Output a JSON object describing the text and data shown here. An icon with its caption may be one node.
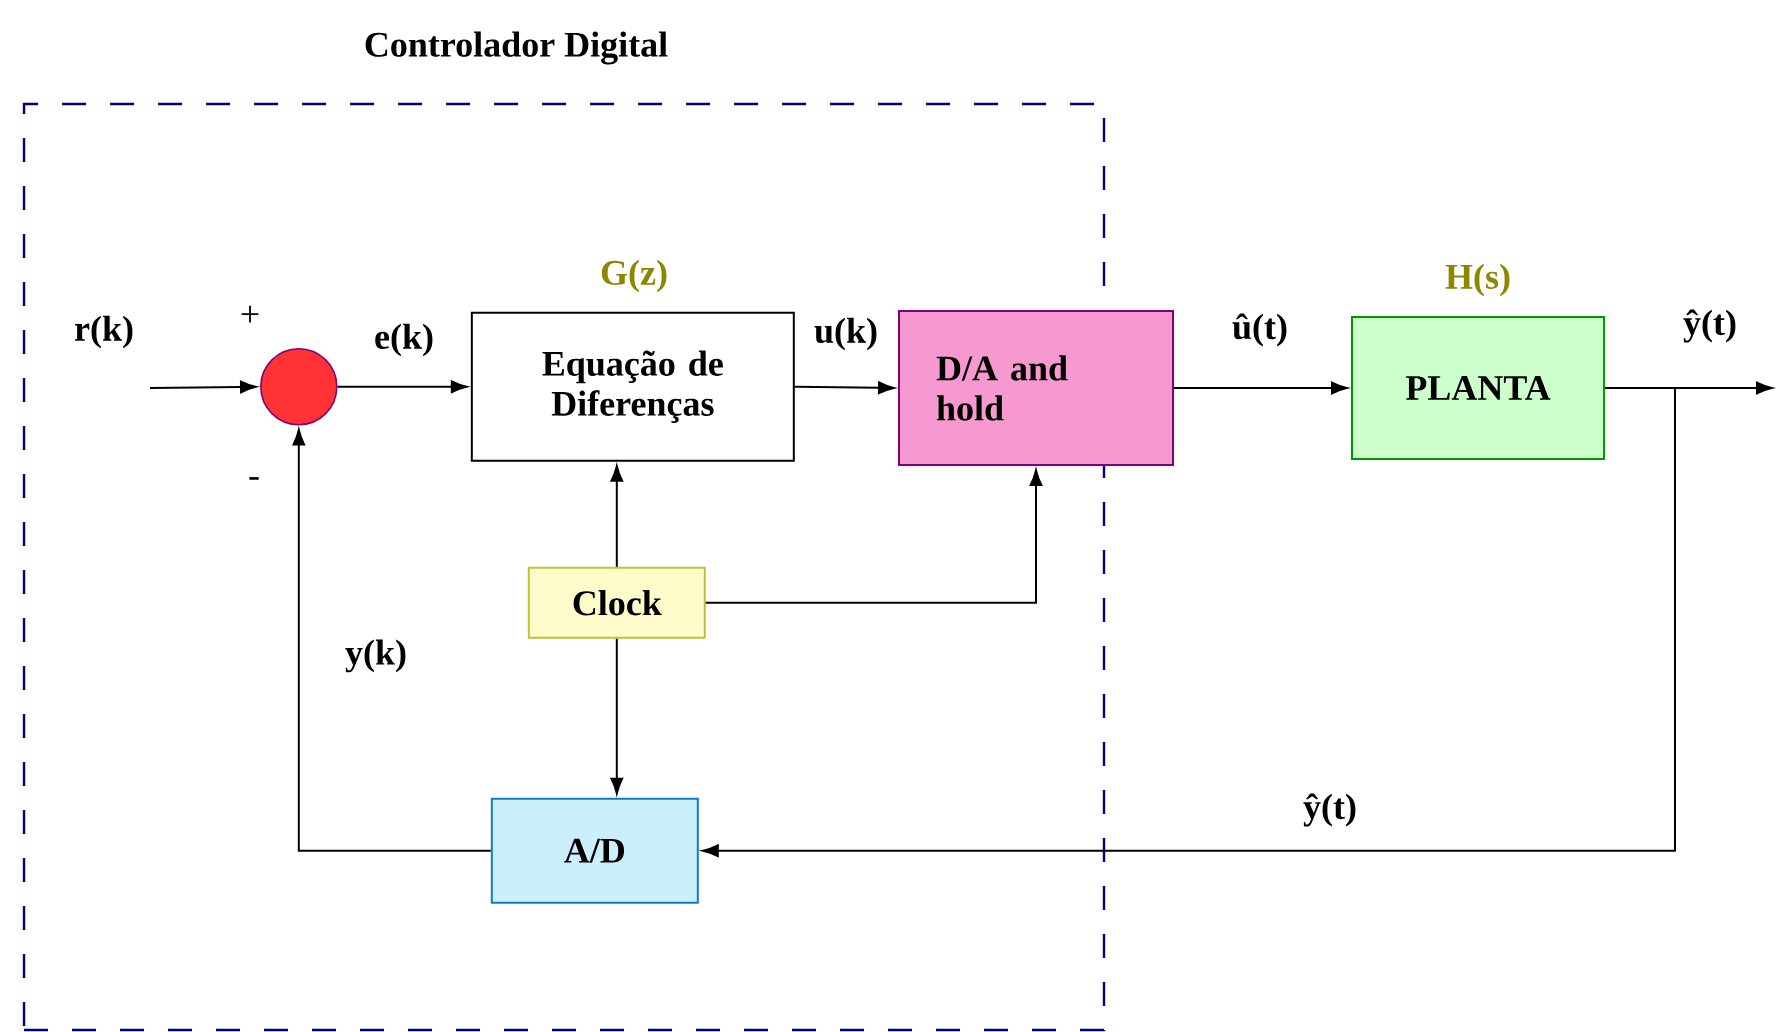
{
  "diagram": {
    "nodes": [
      {
        "text": [
          "Controlador Digital"
        ]
      },
      {
        "text": [],
        "shape": "circle",
        "in": 0
      },
      {
        "text": [
          "Equação de Diferenças"
        ],
        "beside": [
          "G(z)"
        ],
        "in": 0
      },
      {
        "text": [
          "D/A and hold"
        ]
      },
      {
        "text": [
          "PLANTA"
        ],
        "beside": [
          "H(s)"
        ]
      },
      {
        "text": [
          "Clock"
        ],
        "in": 0
      },
      {
        "text": [
          "A/D"
        ],
        "in": 0
      }
    ],
    "edges": [
      {
        "from": null,
        "to": 1,
        "arrow": "to",
        "label": "r(k)"
      },
      {
        "from": 1,
        "to": 2,
        "arrow": "to",
        "label": "e(k)"
      },
      {
        "from": 2,
        "to": 3,
        "arrow": "to",
        "label": "u(k)"
      },
      {
        "from": 3,
        "to": 4,
        "arrow": "to",
        "label": "û(t)"
      },
      {
        "from": 4,
        "to": null,
        "arrow": "to",
        "label": "ŷ(t)"
      },
      {
        "from": 4,
        "to": 6,
        "arrow": "to",
        "label": "ŷ(t)"
      },
      {
        "from": 6,
        "to": 1,
        "arrow": "to",
        "label": "y(k)"
      },
      {
        "from": 5,
        "to": 2,
        "arrow": "to"
      },
      {
        "from": 5,
        "to": 3,
        "arrow": "to"
      },
      {
        "from": 5,
        "to": 6,
        "arrow": "to"
      }
    ],
    "labels": [
      "+",
      "-"
    ]
  }
}
